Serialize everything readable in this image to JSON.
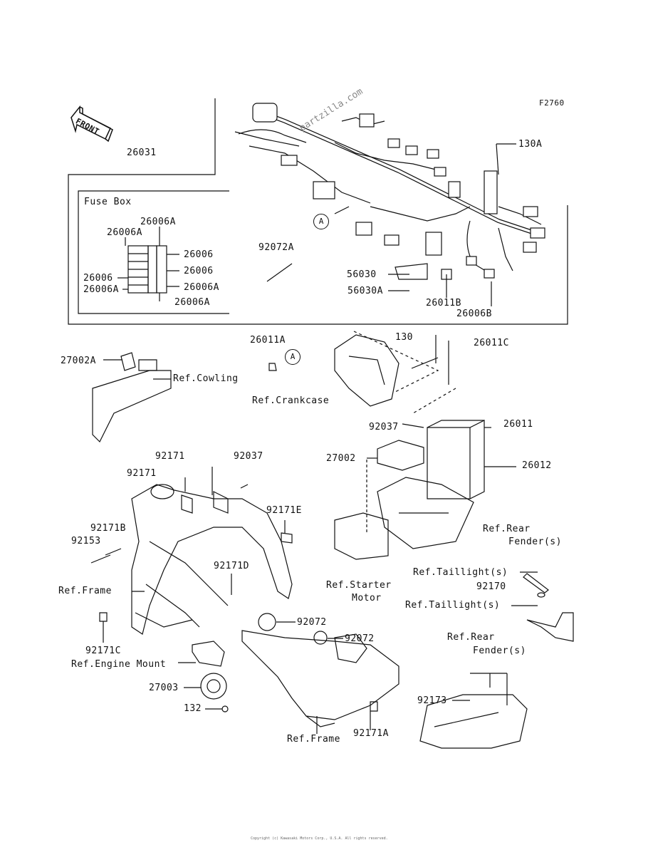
{
  "figure_code": "F2760",
  "watermark": "partzilla.com",
  "front_arrow": "FRONT",
  "fuse_box": {
    "title": "Fuse Box",
    "labels": [
      "26006A",
      "26006A",
      "26006",
      "26006",
      "26006",
      "26006A",
      "26006A",
      "26006A"
    ]
  },
  "marker": "A",
  "parts": {
    "p26031": "26031",
    "p130A": "130A",
    "p92072A": "92072A",
    "p56030": "56030",
    "p56030A": "56030A",
    "p26011B": "26011B",
    "p26006B": "26006B",
    "p26011A": "26011A",
    "p130": "130",
    "p26011C": "26011C",
    "p27002A": "27002A",
    "p26011": "26011",
    "p92037a": "92037",
    "p27002": "27002",
    "p26012": "26012",
    "p92171a": "92171",
    "p92037b": "92037",
    "p92171b": "92171",
    "p92171E": "92171E",
    "p92171B": "92171B",
    "p92153": "92153",
    "p92171D": "92171D",
    "p92170": "92170",
    "p92072a": "92072",
    "p92072b": "92072",
    "p92171C": "92171C",
    "p27003": "27003",
    "p132": "132",
    "p92173": "92173",
    "p92171A": "92171A"
  },
  "refs": {
    "cowling": "Ref.Cowling",
    "crankcase": "Ref.Crankcase",
    "rear_fender_1": "Ref.Rear",
    "rear_fender_1b": "Fender(s)",
    "starter_1": "Ref.Starter",
    "starter_2": "Motor",
    "taillight_1": "Ref.Taillight(s)",
    "taillight_2": "Ref.Taillight(s)",
    "frame_1": "Ref.Frame",
    "engine_mount": "Ref.Engine Mount",
    "rear_fender_2": "Ref.Rear",
    "rear_fender_2b": "Fender(s)",
    "frame_2": "Ref.Frame"
  },
  "footer": "Copyright (c) Kawasaki Motors Corp., U.S.A. All rights reserved."
}
